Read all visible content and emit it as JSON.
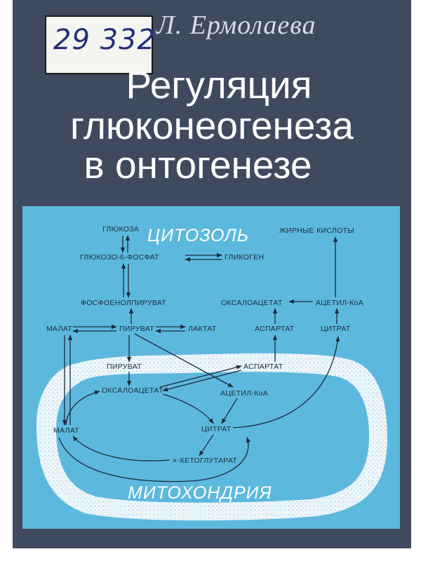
{
  "cover": {
    "author": "Л. Ермолаева",
    "library_stamp_number": "29 332",
    "title_lines": [
      "Регуляция",
      "глюконеогенеза",
      "в онтогенезе"
    ]
  },
  "diagram": {
    "compartments": {
      "cytosol": "ЦИТОЗОЛЬ",
      "mitochondrion": "МИТОХОНДРИЯ"
    },
    "labels": {
      "glucose": "ГЛЮКОЗА",
      "g6p": "ГЛЮКОЗО-6-ФОСФАТ",
      "glycogen": "ГЛИКОГЕН",
      "pep": "ФОСФОЕНОЛПИРУВАТ",
      "malate_cyt": "МАЛАТ",
      "pyruvate_cyt": "ПИРУВАТ",
      "lactate": "ЛАКТАТ",
      "fatty_acids": "ЖИРНЫЕ КИСЛОТЫ",
      "oaa_cyt": "ОКСАЛОАЦЕТАТ",
      "acetylcoa_cyt": "АЦЕТИЛ-КоА",
      "aspartate_cyt": "АСПАРТАТ",
      "citrate_cyt": "ЦИТРАТ",
      "pyruvate_mit": "ПИРУВАТ",
      "aspartate_mit": "АСПАРТАТ",
      "oaa_mit": "ОКСАЛОАЦЕТАТ",
      "acetylcoa_mit": "АЦЕТИЛ-КоА",
      "malate_mit": "МАЛАТ",
      "citrate_mit": "ЦИТРАТ",
      "akg": "∝-КЕТОГЛУТАРАТ"
    }
  }
}
